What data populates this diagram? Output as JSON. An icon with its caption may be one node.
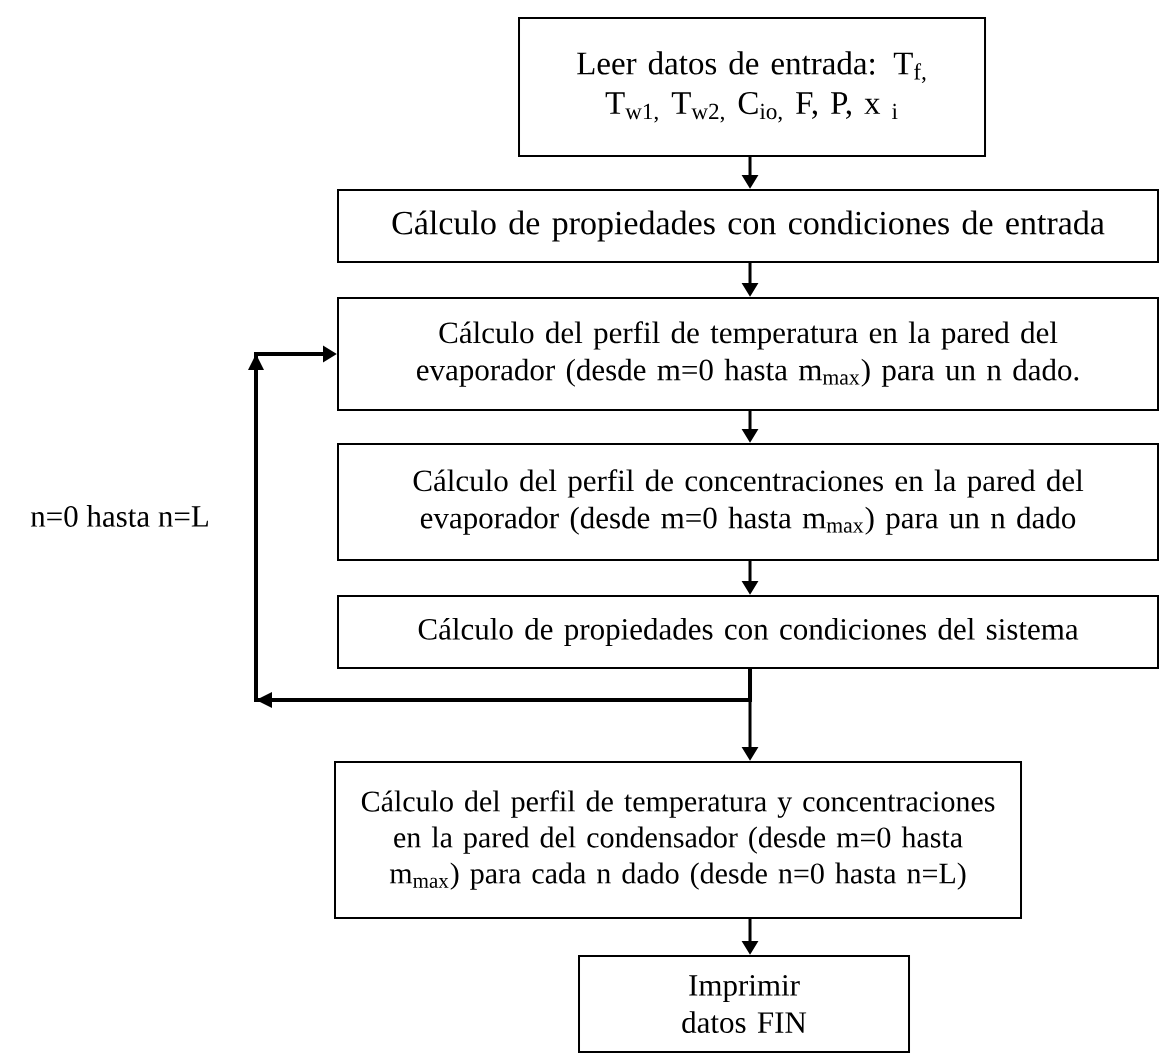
{
  "diagram": {
    "nodes": [
      {
        "text": [
          "Leer datos de entrada: T$_{f,}$ T$_{w1,}$ T$_{w2,}$ C$_{io,}$ F, P, x $_{i}$"
        ]
      },
      {
        "text": [
          "Cálculo de propiedades con condiciones de entrada"
        ]
      },
      {
        "text": [
          "Cálculo del perfil de temperatura en la pared del evaporador (desde m=0 hasta m$_{max}$) para un n dado."
        ]
      },
      {
        "text": [
          "Cálculo del perfil de concentraciones en la pared del evaporador (desde m=0 hasta m$_{max}$) para un n dado"
        ]
      },
      {
        "text": [
          "Cálculo de propiedades con condiciones del sistema"
        ]
      },
      {
        "text": [
          "Cálculo del perfil de temperatura y concentraciones en la pared del condensador (desde m=0 hasta m$_{max}$) para cada n dado (desde n=0 hasta n=L)"
        ]
      },
      {
        "text": [
          "Imprimir datos FIN"
        ]
      }
    ],
    "edges": [
      {
        "from": 0,
        "to": 1,
        "arrow": "to"
      },
      {
        "from": 1,
        "to": 2,
        "arrow": "to"
      },
      {
        "from": 2,
        "to": 3,
        "arrow": "to"
      },
      {
        "from": 3,
        "to": 4,
        "arrow": "to"
      },
      {
        "from": 4,
        "to": 2,
        "arrow": "to",
        "label": "n=0 hasta n=L"
      },
      {
        "from": 4,
        "to": 5,
        "arrow": "to"
      },
      {
        "from": 5,
        "to": 6,
        "arrow": "to"
      }
    ]
  }
}
